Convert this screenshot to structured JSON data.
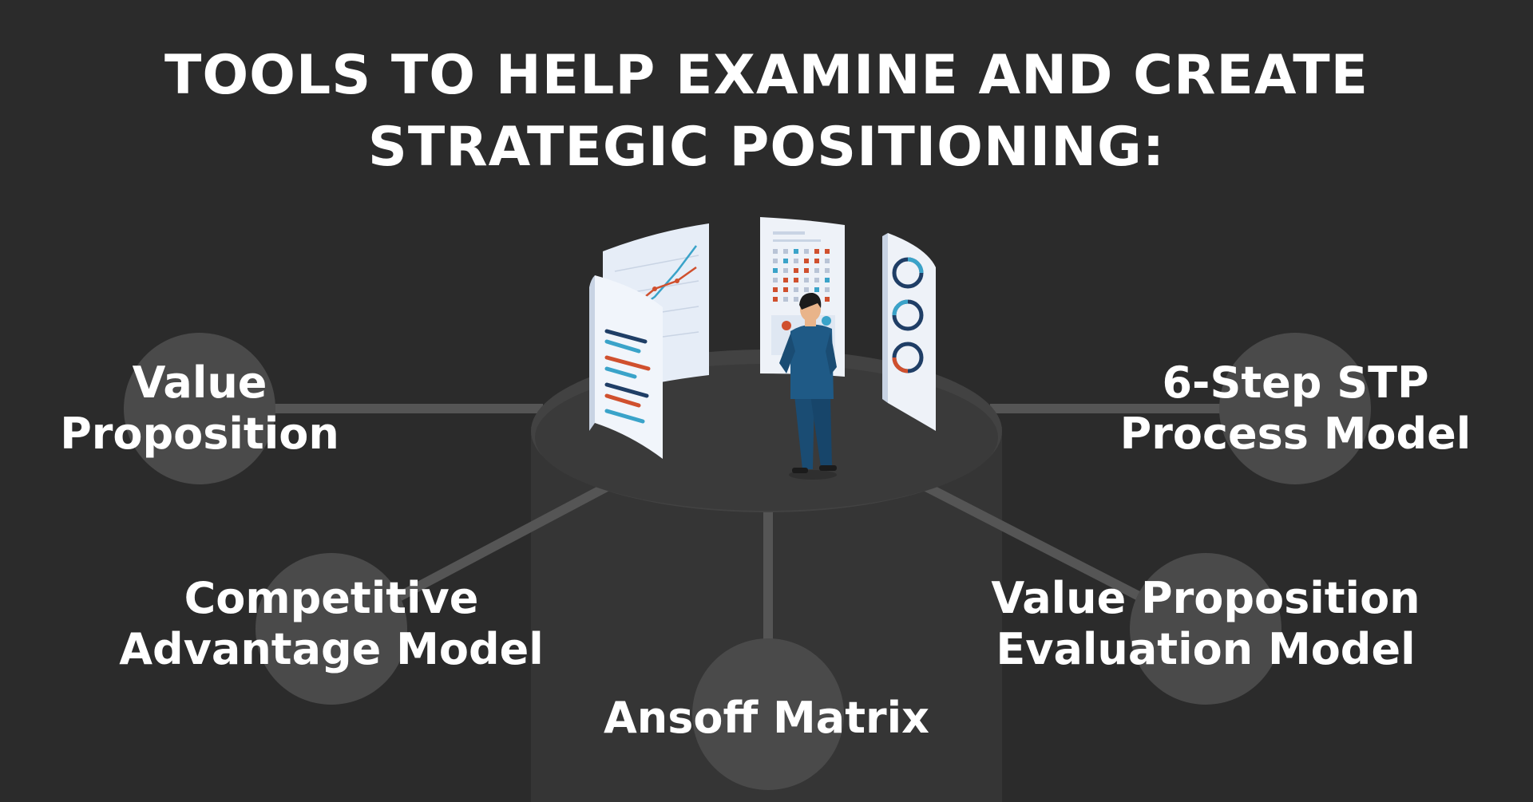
{
  "title": {
    "line1": "TOOLS TO HELP EXAMINE AND CREATE",
    "line2": "STRATEGIC POSITIONING:"
  },
  "tools": {
    "value_proposition": {
      "line1": "Value",
      "line2": "Proposition"
    },
    "stp_model": {
      "line1": "6-Step STP",
      "line2": "Process Model"
    },
    "competitive_advantage": {
      "line1": "Competitive",
      "line2": "Advantage Model"
    },
    "evaluation_model": {
      "line1": "Value Proposition",
      "line2": "Evaluation Model"
    },
    "ansoff": {
      "line1": "Ansoff Matrix"
    }
  },
  "colors": {
    "background": "#2b2b2b",
    "pedestal": "#3d3d3d",
    "node_circle": "#4a4a4a",
    "connector": "#555555",
    "panel": "#e8eef8",
    "person_suit": "#1f5a86",
    "accent_red": "#d0502e",
    "accent_blue": "#3aa3c9"
  },
  "icons": [
    "analyst-figure-icon",
    "line-chart-panel-icon",
    "bar-report-panel-icon",
    "dot-matrix-panel-icon",
    "donut-charts-panel-icon"
  ]
}
